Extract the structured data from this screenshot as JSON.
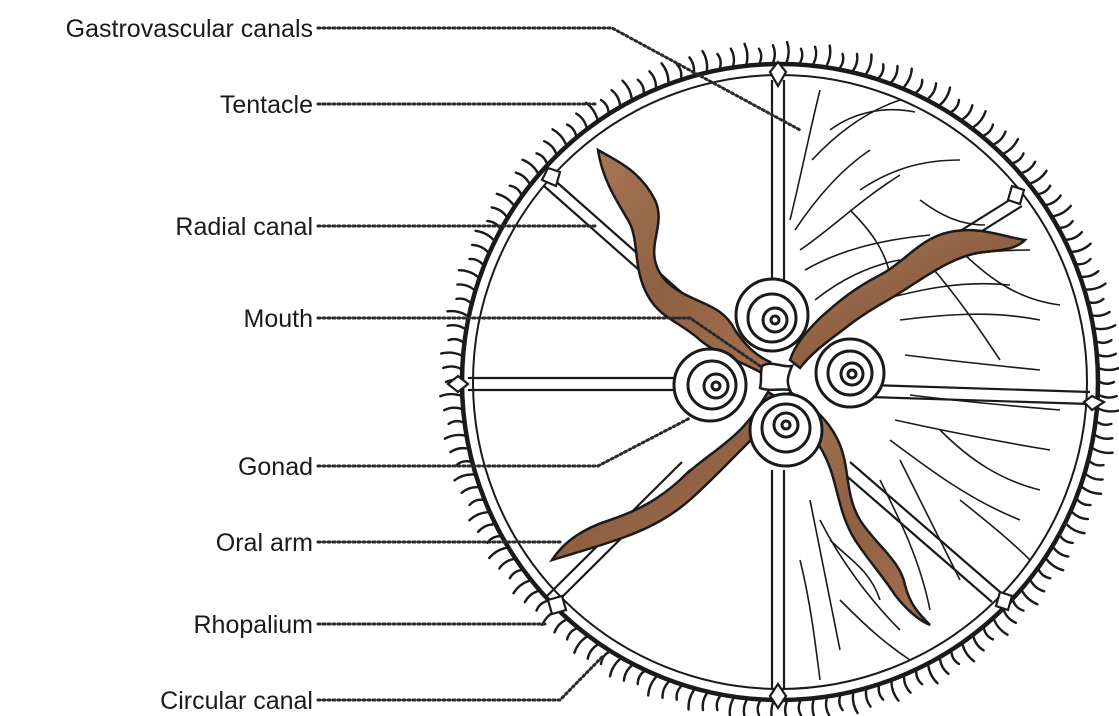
{
  "labels": [
    {
      "id": "gastrovascular-canals",
      "text": "Gastrovascular canals"
    },
    {
      "id": "tentacle",
      "text": "Tentacle"
    },
    {
      "id": "radial-canal",
      "text": "Radial canal"
    },
    {
      "id": "mouth",
      "text": "Mouth"
    },
    {
      "id": "gonad",
      "text": "Gonad"
    },
    {
      "id": "oral-arm",
      "text": "Oral arm"
    },
    {
      "id": "rhopalium",
      "text": "Rhopalium"
    },
    {
      "id": "circular-canal",
      "text": "Circular canal"
    }
  ],
  "colors": {
    "oral_arm_fill": "#9a6b4b",
    "oral_arm_shade": "#7d5337",
    "outline": "#1a1a1a",
    "background": "#ffffff"
  }
}
